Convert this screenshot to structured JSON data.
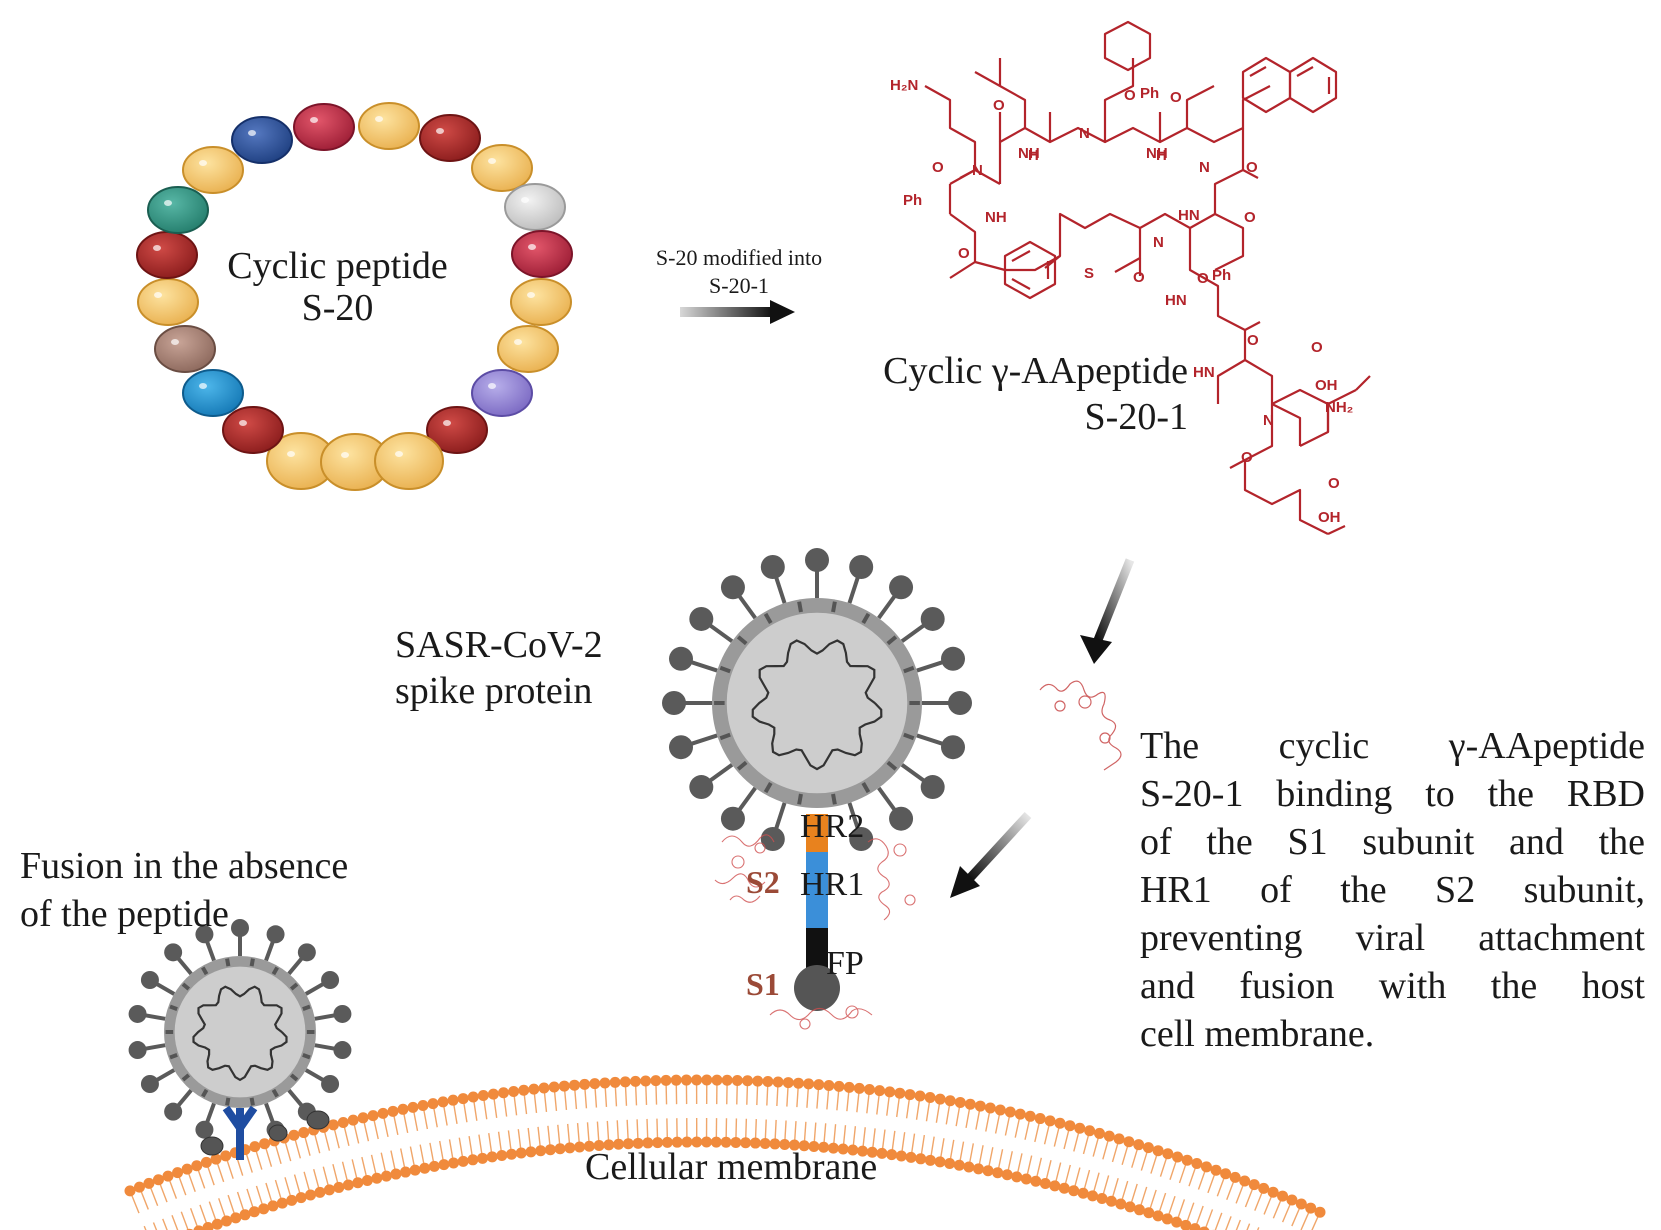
{
  "cyclic_peptide": {
    "line1": "Cyclic peptide",
    "line2": "S-20"
  },
  "arrow_label": {
    "line1": "S-20 modified into",
    "line2": "S-20-1"
  },
  "gamma_peptide": {
    "line1": "Cyclic γ-AApeptide",
    "line2": "S-20-1"
  },
  "molecule_labels": {
    "h2n": "H₂N",
    "ph": "Ph",
    "nh": "NH",
    "hn": "HN",
    "n": "N",
    "o": "O",
    "s": "S",
    "h": "H",
    "oh": "OH",
    "nh2": "NH₂"
  },
  "virus_label": {
    "line1": "SASR-CoV-2",
    "line2": "spike protein"
  },
  "spike_segments": {
    "hr2": "HR2",
    "hr1": "HR1",
    "fp": "FP",
    "s2": "S2",
    "s1": "S1"
  },
  "fusion_label": {
    "line1": "Fusion in the absence",
    "line2": "of the peptide"
  },
  "membrane_label": "Cellular membrane",
  "description_lines": [
    "The cyclic γ-AApeptide",
    "S-20-1 binding to the RBD",
    "of the S1 subunit and the",
    "HR1 of the S2 subunit,",
    "preventing viral attachment",
    "and fusion with the host",
    "cell membrane."
  ],
  "colors": {
    "molecule_red": "#b3242b",
    "hr2_orange": "#e8821e",
    "hr1_blue": "#3b8fd9",
    "fp_black": "#111111",
    "membrane_orange": "#f08a3c",
    "virus_grey": "#9a9a9a"
  },
  "bead_colors": [
    "yellow",
    "navy",
    "crimson",
    "yellow",
    "dark-red",
    "yellow",
    "light-grey",
    "crimson",
    "yellow",
    "yellow",
    "lavender",
    "dark-red",
    "yellow",
    "yellow",
    "yellow",
    "dark-red",
    "blue",
    "brown",
    "yellow",
    "dark-red",
    "teal",
    "yellow"
  ]
}
